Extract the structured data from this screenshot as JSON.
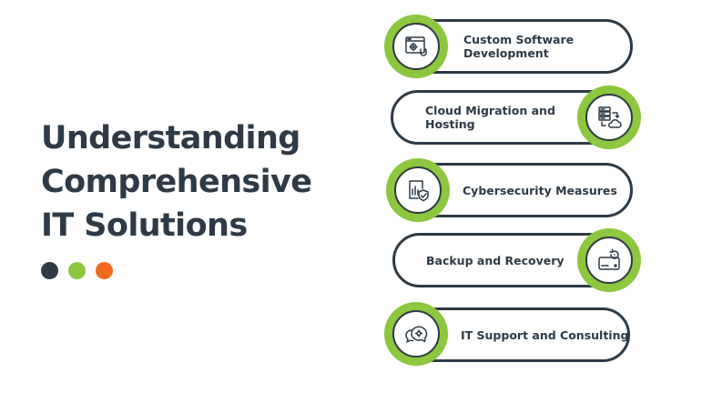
{
  "heading": {
    "line1": "Understanding",
    "line2": "Comprehensive",
    "line3": "IT Solutions"
  },
  "dots": {
    "colors": [
      "#2e3a45",
      "#8dc63f",
      "#f26b21"
    ]
  },
  "colors": {
    "dark": "#2e3a45",
    "accent_green": "#8dc63f",
    "accent_orange": "#f26b21"
  },
  "services": [
    {
      "label": "Custom Software Development",
      "icon": "software-development-icon"
    },
    {
      "label": "Cloud Migration and Hosting",
      "icon": "cloud-migration-icon"
    },
    {
      "label": "Cybersecurity Measures",
      "icon": "cybersecurity-icon"
    },
    {
      "label": "Backup and Recovery",
      "icon": "backup-drive-icon"
    },
    {
      "label": "IT Support and Consulting",
      "icon": "support-chat-icon"
    }
  ]
}
